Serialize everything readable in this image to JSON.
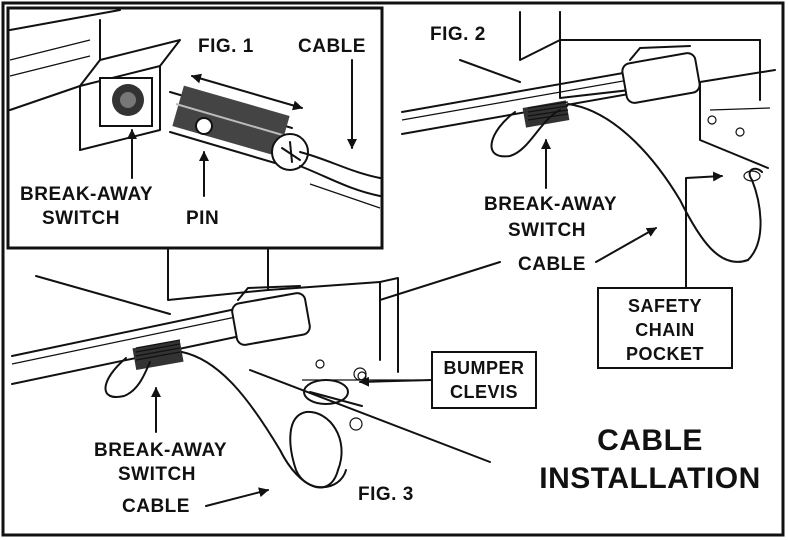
{
  "fig1": {
    "title": "FIG. 1",
    "break_away_line1": "BREAK-AWAY",
    "break_away_line2": "SWITCH",
    "pin": "PIN",
    "cable": "CABLE"
  },
  "fig2": {
    "title": "FIG. 2",
    "break_away_line1": "BREAK-AWAY",
    "break_away_line2": "SWITCH",
    "cable": "CABLE",
    "pocket_line1": "SAFETY",
    "pocket_line2": "CHAIN",
    "pocket_line3": "POCKET"
  },
  "fig3": {
    "title": "FIG. 3",
    "clevis_line1": "BUMPER",
    "clevis_line2": "CLEVIS",
    "break_away_line1": "BREAK-AWAY",
    "break_away_line2": "SWITCH",
    "cable": "CABLE"
  },
  "heading": {
    "line1": "CABLE",
    "line2": "INSTALLATION"
  }
}
